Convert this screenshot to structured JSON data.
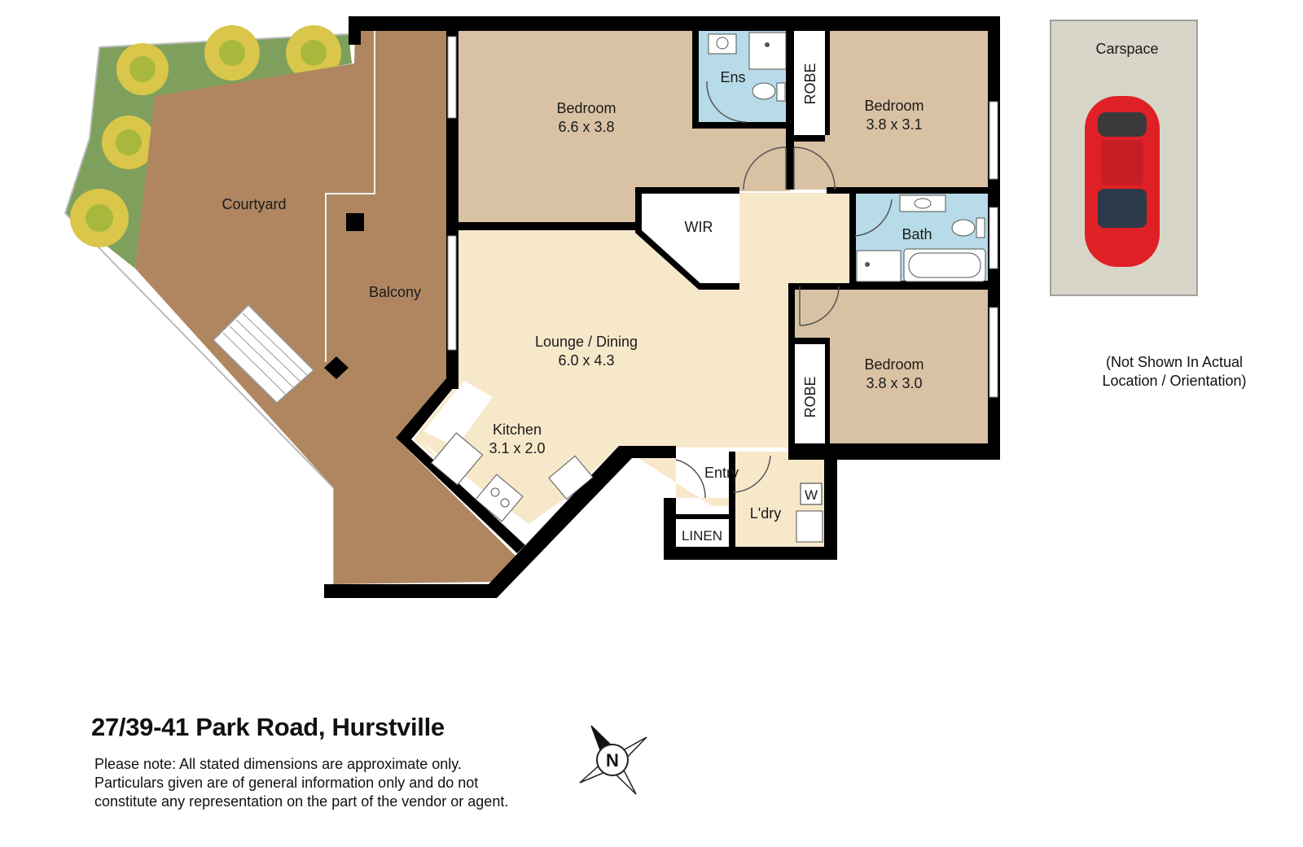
{
  "plan": {
    "rooms": {
      "courtyard": {
        "name": "Courtyard"
      },
      "balcony": {
        "name": "Balcony"
      },
      "bedroom_main": {
        "name": "Bedroom",
        "size": "6.6 x 3.8"
      },
      "ensuite": {
        "name": "Ens"
      },
      "robe_1": {
        "name": "ROBE"
      },
      "bedroom_2": {
        "name": "Bedroom",
        "size": "3.8 x 3.1"
      },
      "wir": {
        "name": "WIR"
      },
      "bath": {
        "name": "Bath"
      },
      "lounge": {
        "name": "Lounge / Dining",
        "size": "6.0 x 4.3"
      },
      "bedroom_3": {
        "name": "Bedroom",
        "size": "3.8 x 3.0"
      },
      "robe_2": {
        "name": "ROBE"
      },
      "kitchen": {
        "name": "Kitchen",
        "size": "3.1 x 2.0"
      },
      "entry": {
        "name": "Entry"
      },
      "laundry": {
        "name": "L'dry"
      },
      "washer": {
        "name": "W"
      },
      "linen": {
        "name": "LINEN"
      }
    },
    "carspace": {
      "name": "Carspace",
      "note_line1": "(Not Shown In Actual",
      "note_line2": "Location / Orientation)"
    }
  },
  "footer": {
    "address": "27/39-41 Park Road, Hurstville",
    "note_line1": "Please note: All stated dimensions are approximate only.",
    "note_line2": "Particulars given are of general information only and do not",
    "note_line3": "constitute any representation on the part of the vendor or agent."
  },
  "compass": {
    "label": "N"
  },
  "colors": {
    "wall": "#000000",
    "courtyard": "#b08660",
    "bedroom": "#d9c2a4",
    "living": "#f7e8ca",
    "wet_area": "#b7dbe8",
    "garden": "#7fa05c",
    "carspace": "#d7d5c8",
    "car": "#e02027"
  }
}
